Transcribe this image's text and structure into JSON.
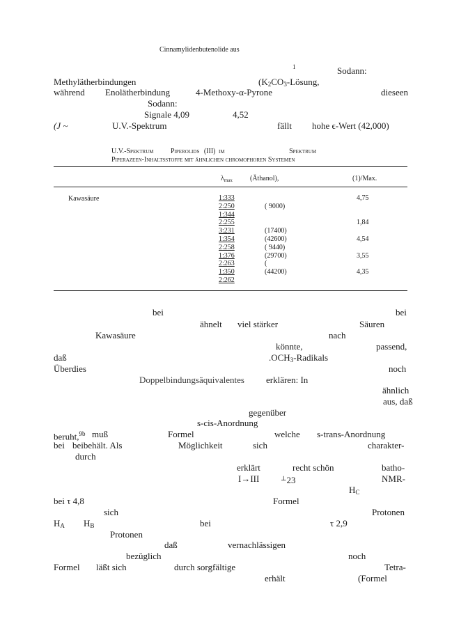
{
  "top": {
    "header": "Cinnamylidenbutenolide aus",
    "footnote_mark": "1",
    "l1_sodann": "Sodann:",
    "l2_a": "Methylätherbindungen",
    "l2_b_pre": "(K",
    "l2_b_sub1": "2",
    "l2_b_mid": "CO",
    "l2_b_sub2": "3",
    "l2_b_post": "-Lösung,",
    "l3_a": "während",
    "l3_b": "Enolätherbindung",
    "l3_c": "4-Methoxy-α-Pyrone",
    "l3_d": "dieseen",
    "l4_a": "Sodann:",
    "l5_a": "Signale 4,09",
    "l5_b": "4,52",
    "l6_a": "(J ~",
    "l6_b": "U.V.-Spektrum",
    "l6_c": "fällt",
    "l6_d": "hohe ϵ-Wert (42,000)"
  },
  "table": {
    "caption_a": "U.V.-Spektrum",
    "caption_b": "Piperolids",
    "caption_c": "(III)",
    "caption_d": "im",
    "caption_e": "Spektrum",
    "caption_line2": "Piperazeen-Inhaltsstoffe mit ähnlichen chromophoren Systemen",
    "col_lambda": "λ",
    "col_lambda_sub": "max",
    "col_solvent": "(Äthanol),",
    "col_ratio": "(1)/Max.",
    "row_label": "Kawasäure",
    "lambda_values": [
      "1:333",
      "2:250",
      "1:344",
      "2:255",
      "3:231",
      "1:354",
      "2:258",
      "1:376",
      "2:263",
      "1:350",
      "2:262"
    ],
    "eps_values": [
      "",
      "( 9000)",
      "",
      "",
      "(17400)",
      "(42600)",
      "( 9440)",
      "(29700)",
      "(",
      "(44200)",
      ""
    ],
    "ratio_values": [
      "4,75",
      "",
      "",
      "1,84",
      "",
      "4,54",
      "",
      "3,55",
      "",
      "4,35",
      ""
    ]
  },
  "body": {
    "b1_a": "bei",
    "b1_b": "bei",
    "b2_a": "ähnelt",
    "b2_b": "viel stärker",
    "b2_c": "Säuren",
    "b3_a": "Kawasäure",
    "b3_b": "nach",
    "b4_a": "könnte,",
    "b4_b": "passend,",
    "b5_a": "daß",
    "b5_b_pre": ".OCH",
    "b5_b_sub": "3",
    "b5_b_post": "-Radikals",
    "b6_a": "Überdies",
    "b6_b": "noch",
    "b7_a": "Doppelbindungsäquivalentes",
    "b7_b": "erklären: In",
    "b8_a": "ähnlich",
    "b9_a": "aus, daß",
    "b10_a": "gegenüber",
    "b11_a": "s-cis-Anordnung",
    "b12_a": "beruht,",
    "b12_sup": "9b",
    "b12_b": "muß",
    "b12_c": "Formel",
    "b12_d": "welche",
    "b12_e": "s-trans-Anordnung",
    "b13_a": "bei",
    "b13_b": "beibehält. Als",
    "b13_c": "Möglichkeit",
    "b13_d": "sich",
    "b13_e": "charakter-",
    "b14_a": "durch",
    "b15_a": "erklärt",
    "b15_b": "recht schön",
    "b15_c": "batho-",
    "b16_a": "I→III",
    "b16_b": "23",
    "b16_c": "NMR-",
    "b17_a": "H",
    "b17_a_sub": "C",
    "b18_a": "bei τ 4,8",
    "b18_b": "Formel",
    "b19_a": "sich",
    "b19_b": "Protonen",
    "b20_a": "H",
    "b20_a_sub": "A",
    "b20_b": "H",
    "b20_b_sub": "B",
    "b20_c": "bei",
    "b20_d": "τ 2,9",
    "b21_a": "Protonen",
    "b22_a": "daß",
    "b22_b": "vernachlässigen",
    "b23_a": "bezüglich",
    "b23_b": "noch",
    "b24_a": "Formel",
    "b24_b": "läßt sich",
    "b24_c": "durch sorgfältige",
    "b24_d": "Tetra-",
    "b25_a": "erhält",
    "b25_b": "(Formel"
  }
}
